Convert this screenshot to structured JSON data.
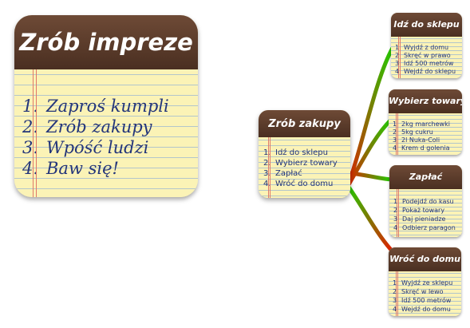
{
  "main": {
    "title": "Zrób impreze",
    "items": [
      {
        "num": "1.",
        "text": "Zaproś kumpli"
      },
      {
        "num": "2.",
        "text": "Zrób zakupy"
      },
      {
        "num": "3.",
        "text": "Wpóść ludzi"
      },
      {
        "num": "4.",
        "text": "Baw się!"
      }
    ]
  },
  "shopping": {
    "title": "Zrób zakupy",
    "items": [
      {
        "num": "1.",
        "text": "Idź do sklepu"
      },
      {
        "num": "2.",
        "text": "Wybierz towary"
      },
      {
        "num": "3.",
        "text": "Zapłać"
      },
      {
        "num": "4.",
        "text": "Wróć do domu"
      }
    ]
  },
  "subtasks": [
    {
      "title": "Idź do sklepu",
      "items": [
        {
          "num": "1.",
          "text": "Wyjdź z domu"
        },
        {
          "num": "2.",
          "text": "Skręć w prawo"
        },
        {
          "num": "3.",
          "text": "Idź 500 metrów"
        },
        {
          "num": "4.",
          "text": "Wejdź do sklepu"
        }
      ]
    },
    {
      "title": "Wybierz towary",
      "items": [
        {
          "num": "1.",
          "text": "2kg marchewki"
        },
        {
          "num": "2.",
          "text": "5kg cukru"
        },
        {
          "num": "3.",
          "text": "2l Nuka-Coli"
        },
        {
          "num": "4.",
          "text": "Krem d golenia"
        }
      ]
    },
    {
      "title": "Zapłać",
      "items": [
        {
          "num": "1.",
          "text": "Podejdź do kasu"
        },
        {
          "num": "2.",
          "text": "Pokaż towary"
        },
        {
          "num": "3.",
          "text": "Daj pieniadze"
        },
        {
          "num": "4.",
          "text": "Odbierz paragon"
        }
      ]
    },
    {
      "title": "Wróć do domu",
      "items": [
        {
          "num": "1.",
          "text": "Wyjdź ze sklepu"
        },
        {
          "num": "2.",
          "text": "Skręć w lewo"
        },
        {
          "num": "3.",
          "text": "Idź 500 metrów"
        },
        {
          "num": "4.",
          "text": "Wejdź do domu"
        }
      ]
    }
  ],
  "colors": {
    "header": "#5a3a2a",
    "paper": "#fbf3b6",
    "ink": "#23357a",
    "connector_start": "#22cc00",
    "connector_end": "#dd1100"
  }
}
